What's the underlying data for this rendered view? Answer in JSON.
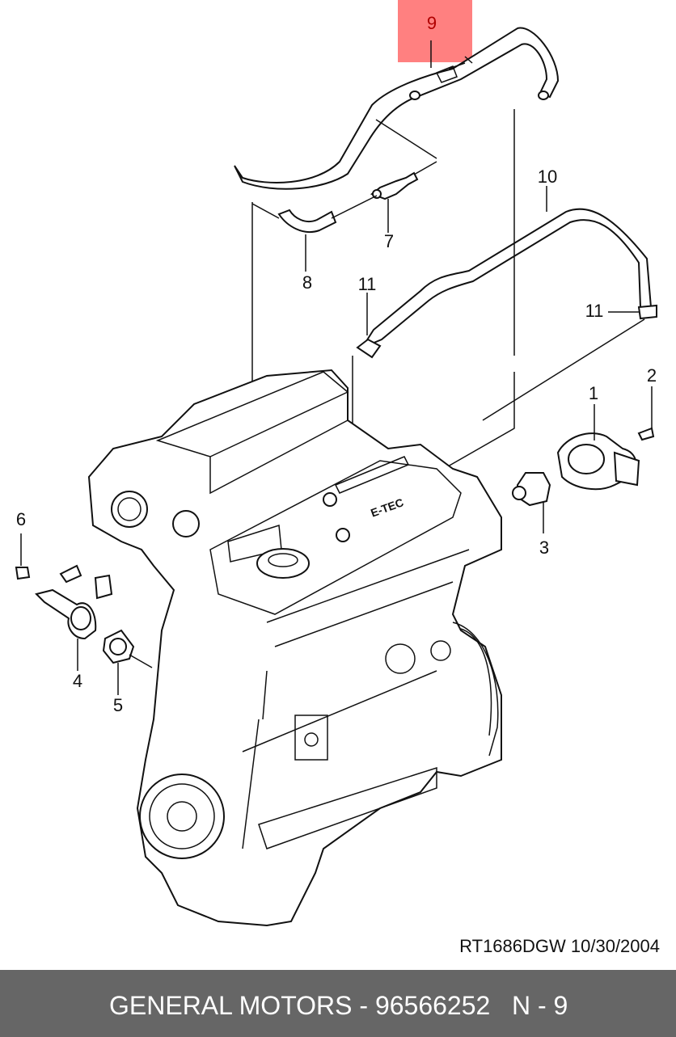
{
  "callouts": {
    "c1": "1",
    "c2": "2",
    "c3": "3",
    "c4": "4",
    "c5": "5",
    "c6": "6",
    "c7": "7",
    "c8": "8",
    "c9": "9",
    "c10": "10",
    "c11a": "11",
    "c11b": "11"
  },
  "engine_mark": "E-TEC",
  "drawing_ref": "RT1686DGW  10/30/2004",
  "footer": {
    "brand": "GENERAL MOTORS - 96566252",
    "page": "N - 9"
  },
  "colors": {
    "highlight": "#ff8080",
    "footer_bg": "#666666"
  }
}
